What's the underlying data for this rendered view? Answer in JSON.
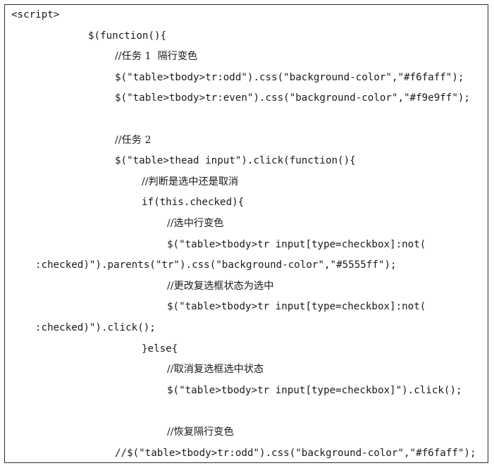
{
  "code_lines": [
    {
      "indent": 0,
      "text": "<script>"
    },
    {
      "indent": 1,
      "text": "$(function(){"
    },
    {
      "indent": 2,
      "text": "//任务 1  隔行变色"
    },
    {
      "indent": 2,
      "text": "$(\"table>tbody>tr:odd\").css(\"background-color\",\"#f6faff\");"
    },
    {
      "indent": 2,
      "text": "$(\"table>tbody>tr:even\").css(\"background-color\",\"#f9e9ff\");"
    },
    {
      "indent": -1,
      "text": ""
    },
    {
      "indent": 2,
      "text": "//任务 2"
    },
    {
      "indent": 2,
      "text": "$(\"table>thead input\").click(function(){"
    },
    {
      "indent": 3,
      "text": "//判断是选中还是取消"
    },
    {
      "indent": 3,
      "text": "if(this.checked){"
    },
    {
      "indent": 4,
      "text": "//选中行变色"
    },
    {
      "indent": 4,
      "text": "$(\"table>tbody>tr input[type=checkbox]:not("
    },
    {
      "indent": 0.5,
      "text": ":checked)\").parents(\"tr\").css(\"background-color\",\"#5555ff\");"
    },
    {
      "indent": 4,
      "text": "//更改复选框状态为选中"
    },
    {
      "indent": 4,
      "text": "$(\"table>tbody>tr input[type=checkbox]:not("
    },
    {
      "indent": 0.5,
      "text": ":checked)\").click();"
    },
    {
      "indent": 3,
      "text": "}else{"
    },
    {
      "indent": 4,
      "text": "//取消复选框选中状态"
    },
    {
      "indent": 4,
      "text": "$(\"table>tbody>tr input[type=checkbox]\").click();"
    },
    {
      "indent": -1,
      "text": ""
    },
    {
      "indent": 4,
      "text": "//恢复隔行变色"
    },
    {
      "indent": 2,
      "text": "//$(\"table>tbody>tr:odd\").css(\"background-color\",\"#f6faff\");"
    }
  ]
}
